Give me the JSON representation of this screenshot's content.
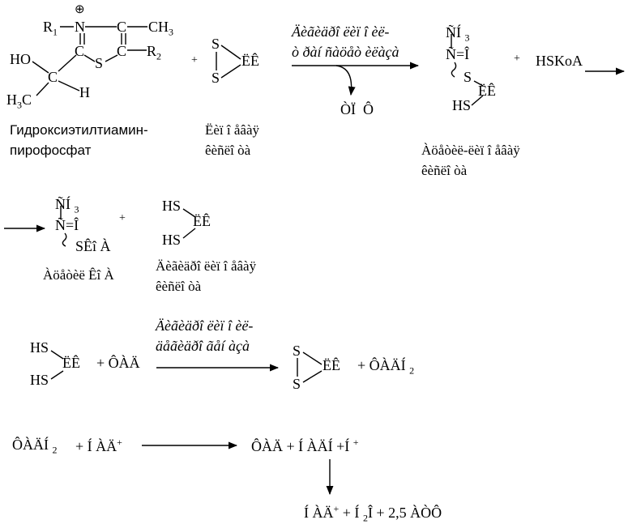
{
  "colors": {
    "ink": "#000000",
    "background": "#ffffff"
  },
  "row1": {
    "tpp": {
      "n_plus": "⊕",
      "r1": "R",
      "r1_sub": "1",
      "n": "N",
      "c_ring_top": "C",
      "ch3": "CH",
      "ch3_sub": "3",
      "c2": "C",
      "s": "S",
      "c5": "C",
      "r2": "R",
      "r2_sub": "2",
      "ho": "HO",
      "c_alpha": "C",
      "h": "H",
      "h3c": "H",
      "h3c_sub": "3",
      "h3c_c": "C",
      "name_line1": "Гидроксиэтилтиамин-",
      "name_line2": "пирофосфат"
    },
    "plus1": "+",
    "lipoic": {
      "s_top": "S",
      "s_bottom": "S",
      "lk": "ËÊ",
      "name_line1": "Ëèï î åâàÿ",
      "name_line2": "êèñëî òà"
    },
    "enzyme_line1": "Äèãèäðî ëèï î èë-",
    "enzyme_line2": "ò ðàí ñàöåò èëàçà",
    "released_a": "ÒÏ",
    "released_b": "Ô",
    "acetyl_lipoic": {
      "acyl_top": "ÑÍ",
      "acyl_sub": "3",
      "acyl_bottom": "Ñ=Î",
      "s": "S",
      "lk": "ËÊ",
      "hs": "HS",
      "name_line1": "Àöåòèë-ëèï î åâàÿ",
      "name_line2": "êèñëî òà"
    },
    "plus2": "+",
    "hskoa": "HSKoA"
  },
  "row2": {
    "acetyl_coa": {
      "acyl_top": "ÑÍ",
      "acyl_sub": "3",
      "acyl_bottom": "Ñ=Î",
      "skoa": "SÊî À",
      "name": "Àöåòèë Êî À"
    },
    "plus": "+",
    "dihydrolipoic": {
      "hs_top": "HS",
      "lk": "ËÊ",
      "hs_bottom": "HS",
      "name_line1": "Äèãèäðî ëèï î åâàÿ",
      "name_line2": "êèñëî òà"
    }
  },
  "row3": {
    "hs_top": "HS",
    "lk": "ËÊ",
    "hs_bottom": "HS",
    "plus_fad": "+ ÔÀÄ",
    "enzyme_line1": "Äèãèäðî ëèï î èë-",
    "enzyme_line2": "äåãèäðî ãåí àçà",
    "s_top": "S",
    "s_bottom": "S",
    "product_lk": "ËÊ",
    "plus_fadh2": "+ ÔÀÄÍ",
    "fadh2_sub": "2"
  },
  "row4": {
    "fadh2": "ÔÀÄÍ",
    "fadh2_sub": "2",
    "nad_plus": "+ Í ÀÄ",
    "nad_sup": "+",
    "fad": "ÔÀÄ + Í ÀÄÍ +Í",
    "fad_sup": "+",
    "final_a": "Í ÀÄ",
    "final_a_sup": "+",
    "final_b": "+ Í",
    "final_b_sub": "2",
    "final_c": "Î  + 2,5 ÀÒÔ"
  }
}
